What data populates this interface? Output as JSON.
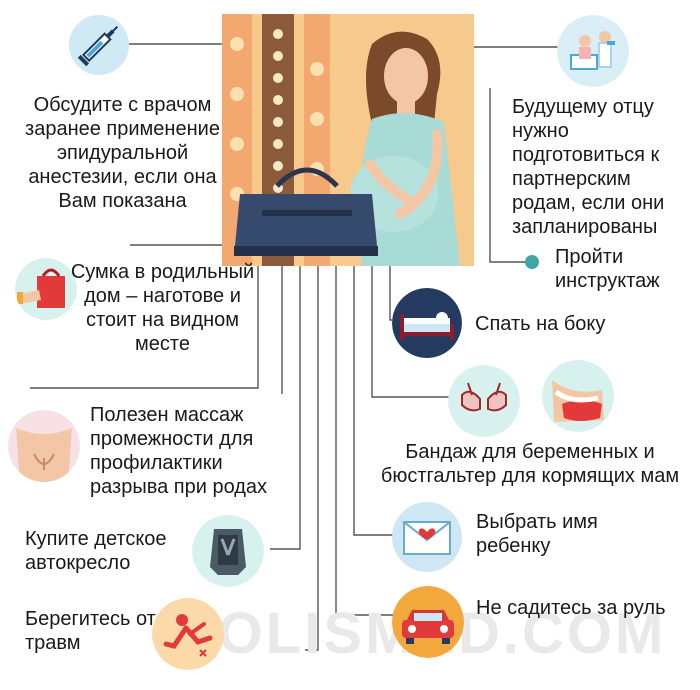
{
  "watermark": "POLISMED.COM",
  "colors": {
    "teal": "#3fa6a6",
    "peach": "#fbd9a8",
    "red": "#e23a3a",
    "navy": "#243a5e",
    "lightblue": "#c9e6f2"
  },
  "items": {
    "epidural": "Обсудите с врачом заранее применение эпидуральной анестезии, если она Вам показана",
    "father": "Будущему отцу нужно подготовиться к партнерским родам, если они запланированы",
    "briefing": "Пройти инструктаж",
    "bag": "Сумка в родильный дом – наготове и стоит на видном месте",
    "sleep": "Спать на боку",
    "bandage": "Бандаж для беременных и бюстгальтер для кормящих мам",
    "massage": "Полезен массаж промежности для профилактики разрыва при родах",
    "carseat": "Купите детское автокресло",
    "name": "Выбрать имя ребенку",
    "injury": "Берегитесь от травм",
    "driving": "Не садитесь за руль"
  },
  "icons": {
    "syringe": "syringe-icon",
    "doctor": "doctor-couple-icon",
    "bag": "shopping-bag-hand-icon",
    "bed": "bed-side-sleep-icon",
    "bra": "bra-icon",
    "belly": "belly-bandage-icon",
    "perineum": "perineum-massage-icon",
    "carseat": "car-seat-icon",
    "envelope": "heart-envelope-icon",
    "fall": "falling-person-icon",
    "car": "car-icon"
  }
}
